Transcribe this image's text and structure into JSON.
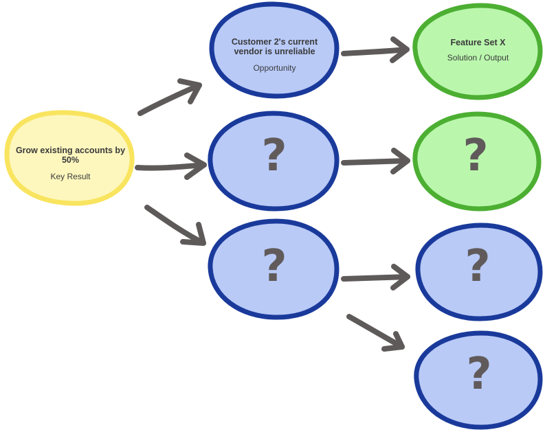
{
  "colors": {
    "key_result_fill": "#fdf7be",
    "key_result_stroke": "#f9e45f",
    "opportunity_fill": "#b9caf7",
    "opportunity_stroke": "#1a3a9b",
    "solution_fill": "#baf7ad",
    "solution_stroke": "#4caf32",
    "arrow": "#5f5a5a"
  },
  "key_result": {
    "title": "Grow existing accounts by 50%",
    "type": "Key Result"
  },
  "opportunities": [
    {
      "title": "Customer 2's current vendor is unreliable",
      "type": "Opportunity",
      "icon": "question-mark-icon"
    },
    {
      "title": "",
      "type": "",
      "icon": "question-mark-icon"
    },
    {
      "title": "",
      "type": "",
      "icon": "question-mark-icon"
    }
  ],
  "solutions": [
    {
      "title": "Feature Set X",
      "type": "Solution / Output",
      "icon": "question-mark-icon"
    },
    {
      "title": "",
      "type": "",
      "icon": "question-mark-icon"
    },
    {
      "title": "",
      "type": "",
      "icon": "question-mark-icon"
    },
    {
      "title": "",
      "type": "",
      "icon": "question-mark-icon"
    }
  ],
  "unknown_symbol": "?"
}
